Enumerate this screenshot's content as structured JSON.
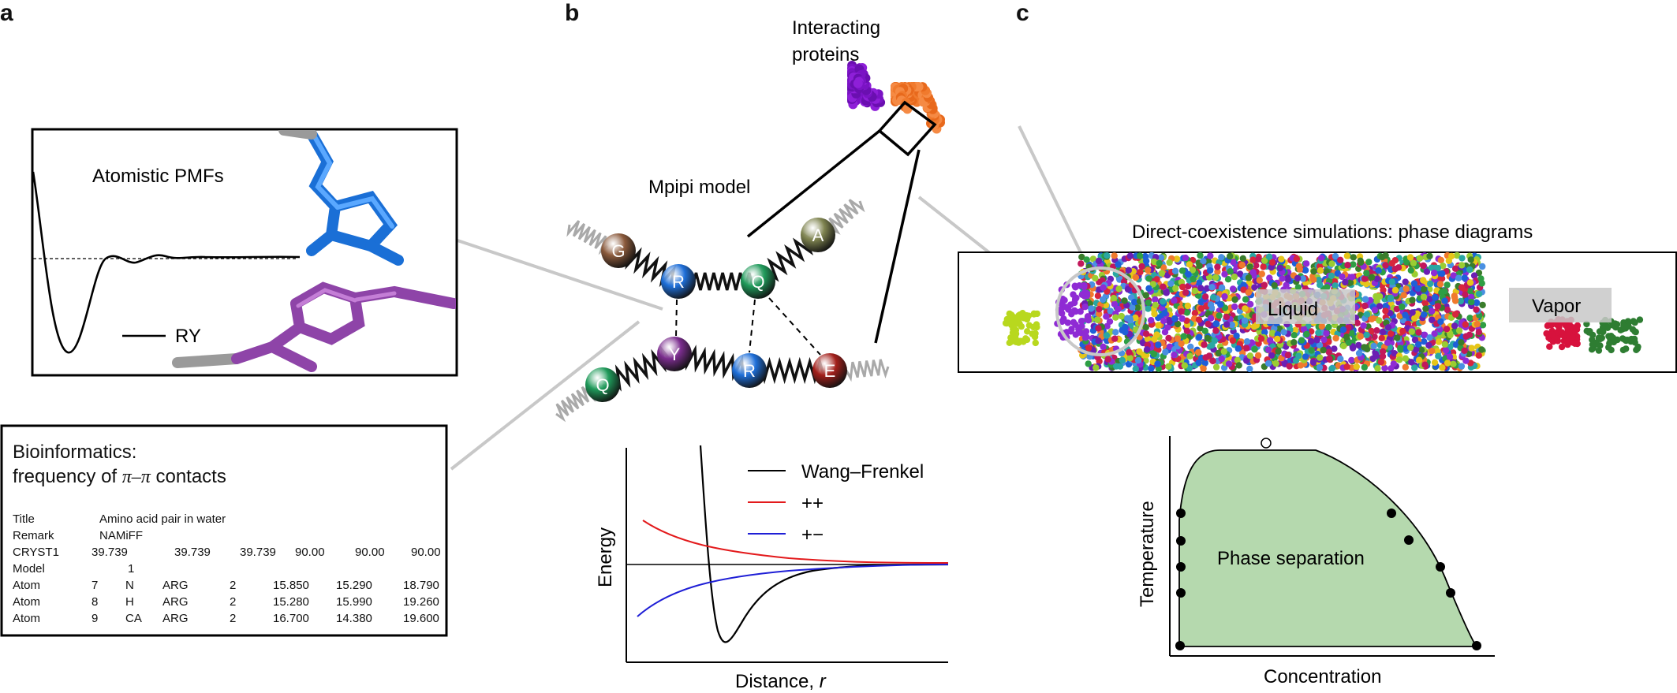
{
  "panels": {
    "a": "a",
    "b": "b",
    "c": "c"
  },
  "panel_a": {
    "pmf_title": "Atomistic PMFs",
    "legend_label": "RY",
    "bioinfo_line1": "Bioinformatics:",
    "bioinfo_line2_prefix": "frequency of ",
    "bioinfo_pi_expr": "π–π",
    "bioinfo_line2_suffix": " contacts",
    "pdb_rows": [
      [
        "Title",
        "",
        "Amino acid pair in water",
        "",
        "",
        "",
        "",
        "",
        ""
      ],
      [
        "Remark",
        "",
        "NAMiFF",
        "",
        "",
        "",
        "",
        "",
        ""
      ],
      [
        "CRYST1",
        "39.739",
        "",
        "39.739",
        "39.739",
        "90.00",
        "90.00",
        "90.00",
        ""
      ],
      [
        "Model",
        "",
        "1",
        "",
        "",
        "",
        "",
        "",
        ""
      ],
      [
        "Atom",
        "7",
        "N",
        "ARG",
        "2",
        "15.850",
        "15.290",
        "18.790",
        ""
      ],
      [
        "Atom",
        "8",
        "H",
        "ARG",
        "2",
        "15.280",
        "15.990",
        "19.260",
        ""
      ],
      [
        "Atom",
        "9",
        "CA",
        "ARG",
        "2",
        "16.700",
        "14.380",
        "19.600",
        ""
      ]
    ]
  },
  "panel_b": {
    "proteins_label_line1": "Interacting",
    "proteins_label_line2": "proteins",
    "model_label": "Mpipi model",
    "beads": [
      {
        "letter": "G",
        "color": "#8b5a3c"
      },
      {
        "letter": "R",
        "color": "#1e6fd9"
      },
      {
        "letter": "Q",
        "color": "#1f9a5a"
      },
      {
        "letter": "A",
        "color": "#7f8450"
      },
      {
        "letter": "Q",
        "color": "#1f9a5a"
      },
      {
        "letter": "Y",
        "color": "#7b2d8e"
      },
      {
        "letter": "R",
        "color": "#1e6fd9"
      },
      {
        "letter": "E",
        "color": "#a3201b"
      }
    ],
    "legend": [
      {
        "label": "Wang–Frenkel",
        "color": "#000000"
      },
      {
        "label": "++",
        "color": "#e31a1c"
      },
      {
        "label": "+−",
        "color": "#1f1fd6"
      }
    ],
    "ylabel": "Energy",
    "xlabel_prefix": "Distance, ",
    "xlabel_var": "r"
  },
  "panel_c": {
    "sim_title": "Direct-coexistence simulations: phase diagrams",
    "liquid_label": "Liquid",
    "vapor_label": "Vapor",
    "phase_label": "Phase separation",
    "ylabel": "Temperature",
    "xlabel": "Concentration",
    "region_color": "#b5d9ae"
  }
}
